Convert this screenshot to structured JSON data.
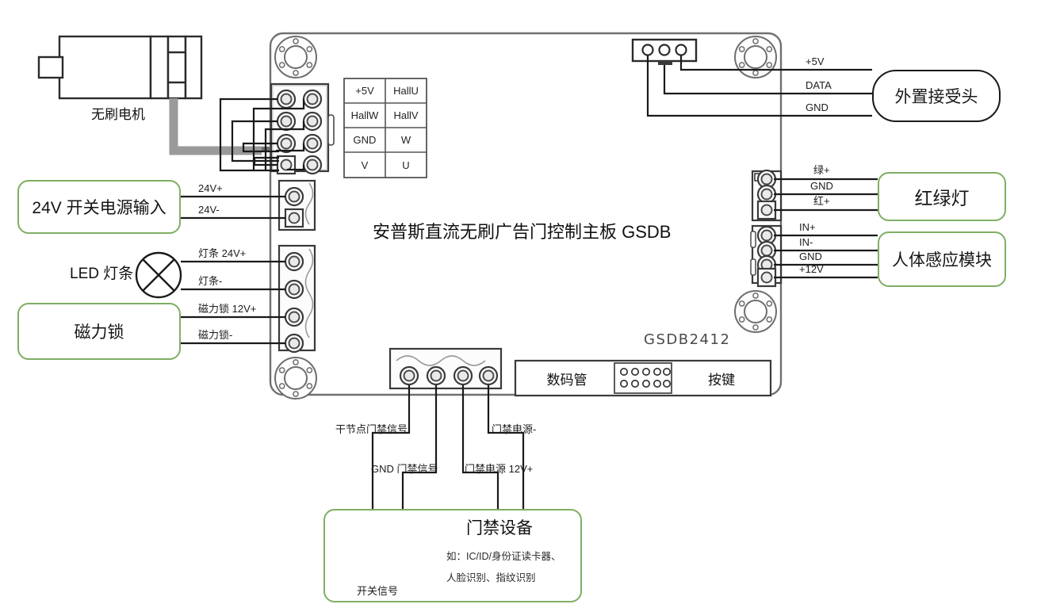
{
  "board": {
    "title": "安普斯直流无刷广告门控制主板 GSDB",
    "model": "GSDB2412",
    "display_label": "数码管",
    "keys_label": "按键"
  },
  "hall_table": {
    "rows": [
      [
        "+5V",
        "HallU"
      ],
      [
        "HallW",
        "HallV"
      ],
      [
        "GND",
        "W"
      ],
      [
        "V",
        "U"
      ]
    ]
  },
  "motor": {
    "label": "无刷电机"
  },
  "left_devices": [
    {
      "name": "power_input",
      "label": "24V 开关电源输入"
    },
    {
      "name": "led_strip",
      "label": "LED 灯条"
    },
    {
      "name": "mag_lock",
      "label": "磁力锁"
    }
  ],
  "left_wires": [
    {
      "label": "24V+"
    },
    {
      "label": "24V-"
    },
    {
      "label": "灯条 24V+"
    },
    {
      "label": "灯条-"
    },
    {
      "label": "磁力锁 12V+"
    },
    {
      "label": "磁力锁-"
    }
  ],
  "right_top": {
    "device_label": "外置接受头",
    "wires": [
      {
        "label": "+5V"
      },
      {
        "label": "DATA"
      },
      {
        "label": "GND"
      }
    ]
  },
  "right_devices": [
    {
      "name": "traffic_light",
      "label": "红绿灯",
      "wires": [
        {
          "label": "绿+"
        },
        {
          "label": "GND"
        },
        {
          "label": "红+"
        }
      ]
    },
    {
      "name": "body_sensor",
      "label": "人体感应模块",
      "wires": [
        {
          "label": "IN+"
        },
        {
          "label": "IN-"
        },
        {
          "label": "GND"
        },
        {
          "label": "+12V"
        }
      ]
    }
  ],
  "bottom": {
    "device_title": "门禁设备",
    "device_note_1": "如：IC/ID/身份证读卡器、",
    "device_note_2": "人脸识别、指纹识别",
    "switch_label": "开关信号",
    "wires": [
      {
        "label": "干节点门禁信号"
      },
      {
        "label": "GND 门禁信号"
      },
      {
        "label": "门禁电源 12V+"
      },
      {
        "label": "门禁电源-"
      }
    ]
  },
  "colors": {
    "green": "#7fae63",
    "wire": "#1a1a1a",
    "board_outline": "#707070",
    "cable_gray": "#9a9a9a",
    "dash_blue": "#7e96ad"
  }
}
